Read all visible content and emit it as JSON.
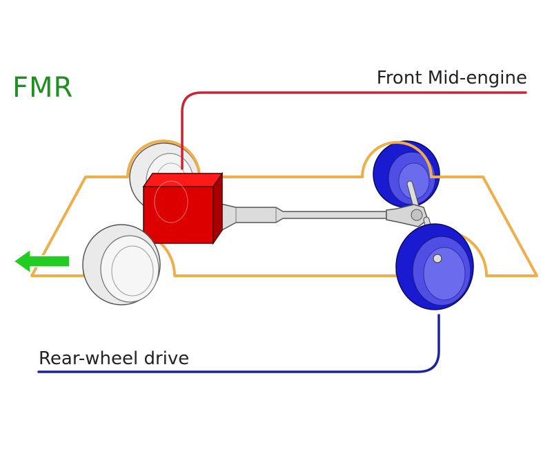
{
  "diagram": {
    "layout_code": "FMR",
    "engine_label": "Front Mid-engine",
    "drive_label": "Rear-wheel drive"
  },
  "colors": {
    "layout_code": "#1f8f1f",
    "direction_arrow": "#22cc22",
    "chassis_outline": "#f0ae4a",
    "engine": "#dd0000",
    "engine_callout": "#cc2233",
    "driven_wheels": "#1a1ad0",
    "drive_callout": "#1a22a0",
    "front_wheels": "#e6e6e6",
    "driveshaft": "#dcdcdc"
  },
  "icons": {
    "direction": "forward-arrow-icon"
  }
}
